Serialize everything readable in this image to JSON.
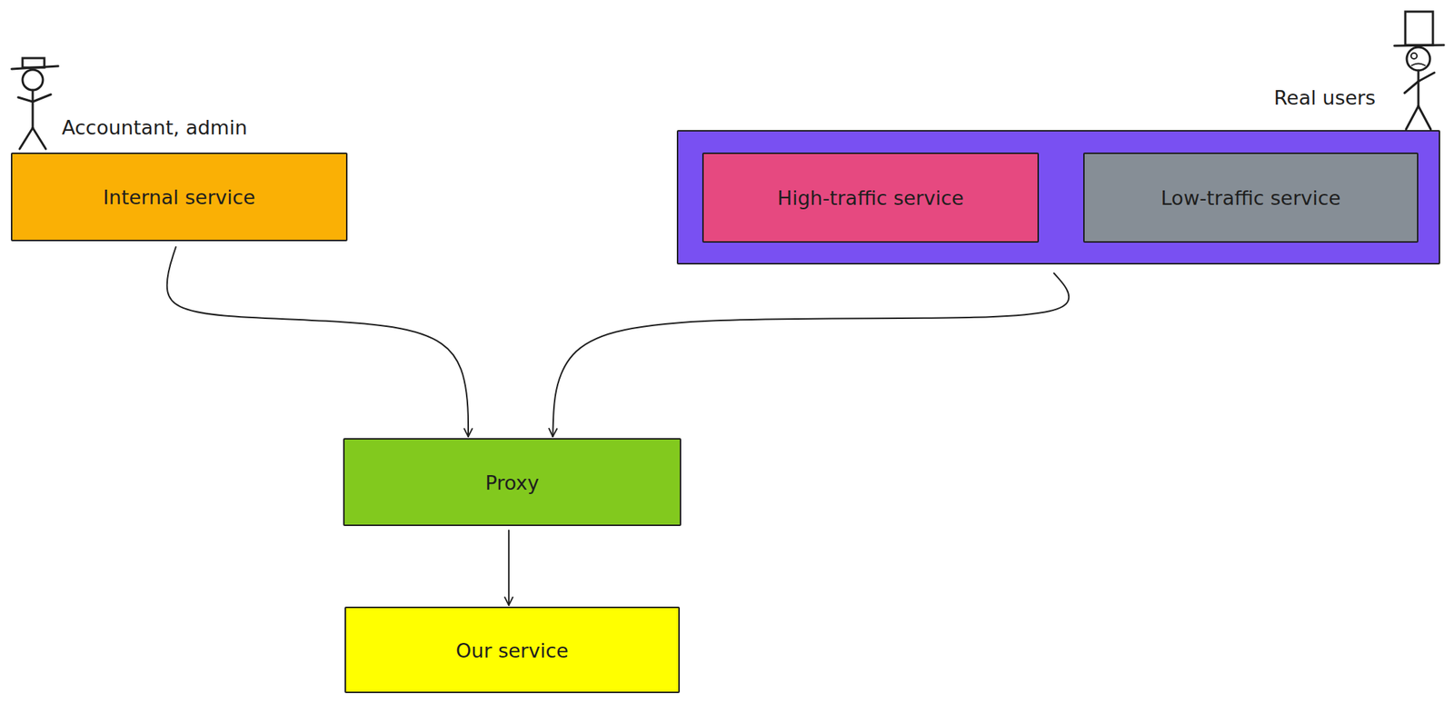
{
  "diagram": {
    "nodes": [
      {
        "text": [
          "Accountant, admin",
          "Internal service"
        ]
      },
      {
        "text": [
          "Real users"
        ]
      },
      {
        "text": [
          "High-traffic service"
        ],
        "in": 1
      },
      {
        "text": [
          "Low-traffic service"
        ],
        "in": 1
      },
      {
        "text": [
          "Proxy"
        ]
      },
      {
        "text": [
          "Our service"
        ]
      }
    ],
    "edges": [
      {
        "from": 0,
        "to": 4,
        "arrow": "to"
      },
      {
        "from": 1,
        "to": 4,
        "arrow": "to"
      },
      {
        "from": 4,
        "to": 5,
        "arrow": "to"
      }
    ]
  }
}
